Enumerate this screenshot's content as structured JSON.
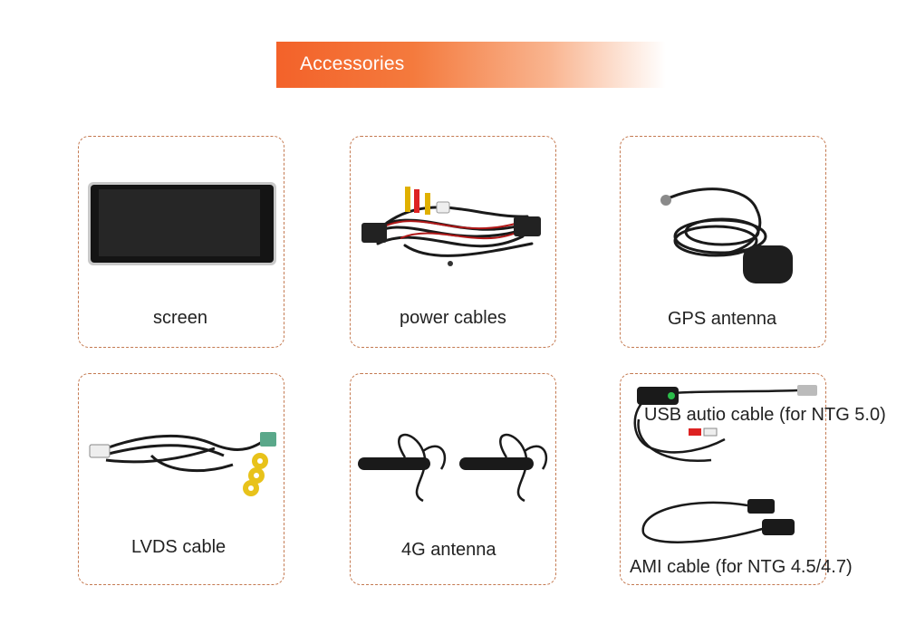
{
  "header": {
    "title": "Accessories"
  },
  "accessories": [
    {
      "label": "screen"
    },
    {
      "label": "power cables"
    },
    {
      "label": "GPS antenna"
    },
    {
      "label": "LVDS cable"
    },
    {
      "label": "4G antenna"
    },
    {
      "label": "USB autio cable (for NTG 5.0)"
    },
    {
      "label": "AMI cable (for NTG 4.5/4.7)"
    }
  ],
  "colors": {
    "banner_start": "#f3622a",
    "card_border": "#c47a52"
  }
}
